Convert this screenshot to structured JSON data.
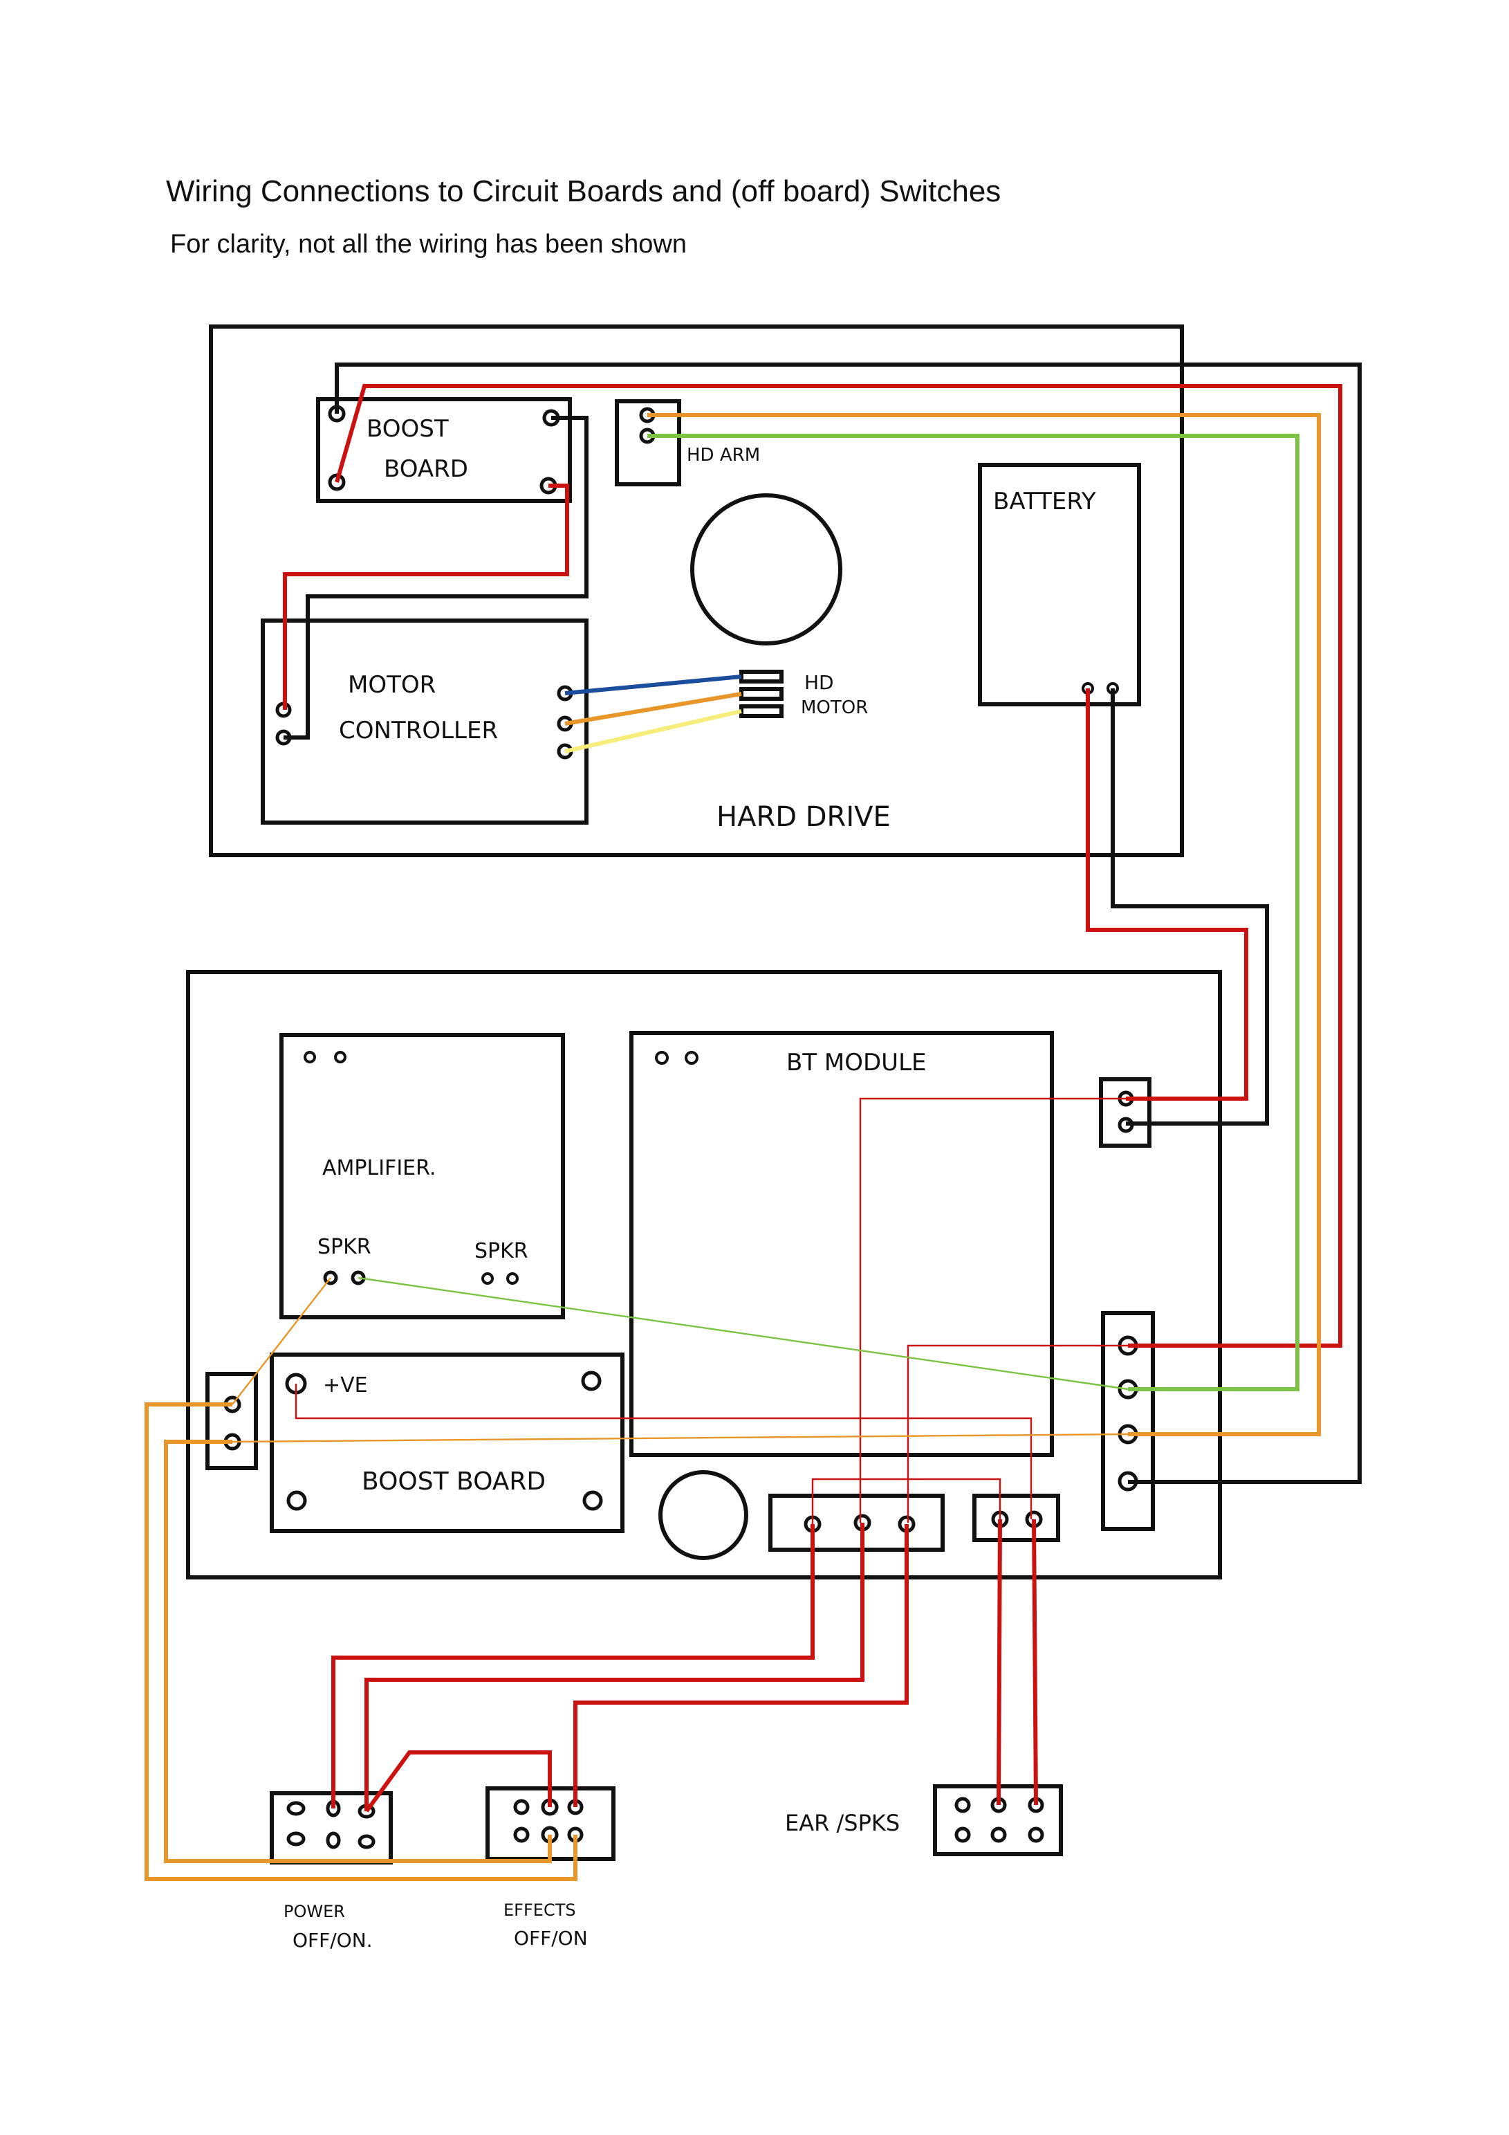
{
  "title": "Wiring Connections to Circuit Boards and (off board) Switches",
  "subtitle": "For clarity, not all the wiring has been shown",
  "colors": {
    "red": "#cc1111",
    "black": "#111111",
    "orange": "#e8962a",
    "green": "#7cc243",
    "blue": "#1a4d9c",
    "yellow": "#f5ee7a"
  },
  "hard_drive": {
    "label": "HARD DRIVE",
    "boost_board": {
      "line1": "BOOST",
      "line2": "BOARD"
    },
    "hd_arm": "HD ARM",
    "battery": "BATTERY",
    "motor_controller": {
      "line1": "MOTOR",
      "line2": "CONTROLLER"
    },
    "hd_motor": {
      "line1": "HD",
      "line2": "MOTOR"
    }
  },
  "lower_board": {
    "amplifier": "AMPLIFIER.",
    "spkr_left": "SPKR",
    "spkr_right": "SPKR",
    "bt_module": "BT MODULE",
    "boost_board": "BOOST BOARD",
    "plus_ve": "+VE"
  },
  "switches": {
    "power": {
      "line1": "POWER",
      "line2": "OFF/ON."
    },
    "effects": {
      "line1": "EFFECTS",
      "line2": "OFF/ON"
    },
    "ear_spks": "EAR /SPKS"
  }
}
